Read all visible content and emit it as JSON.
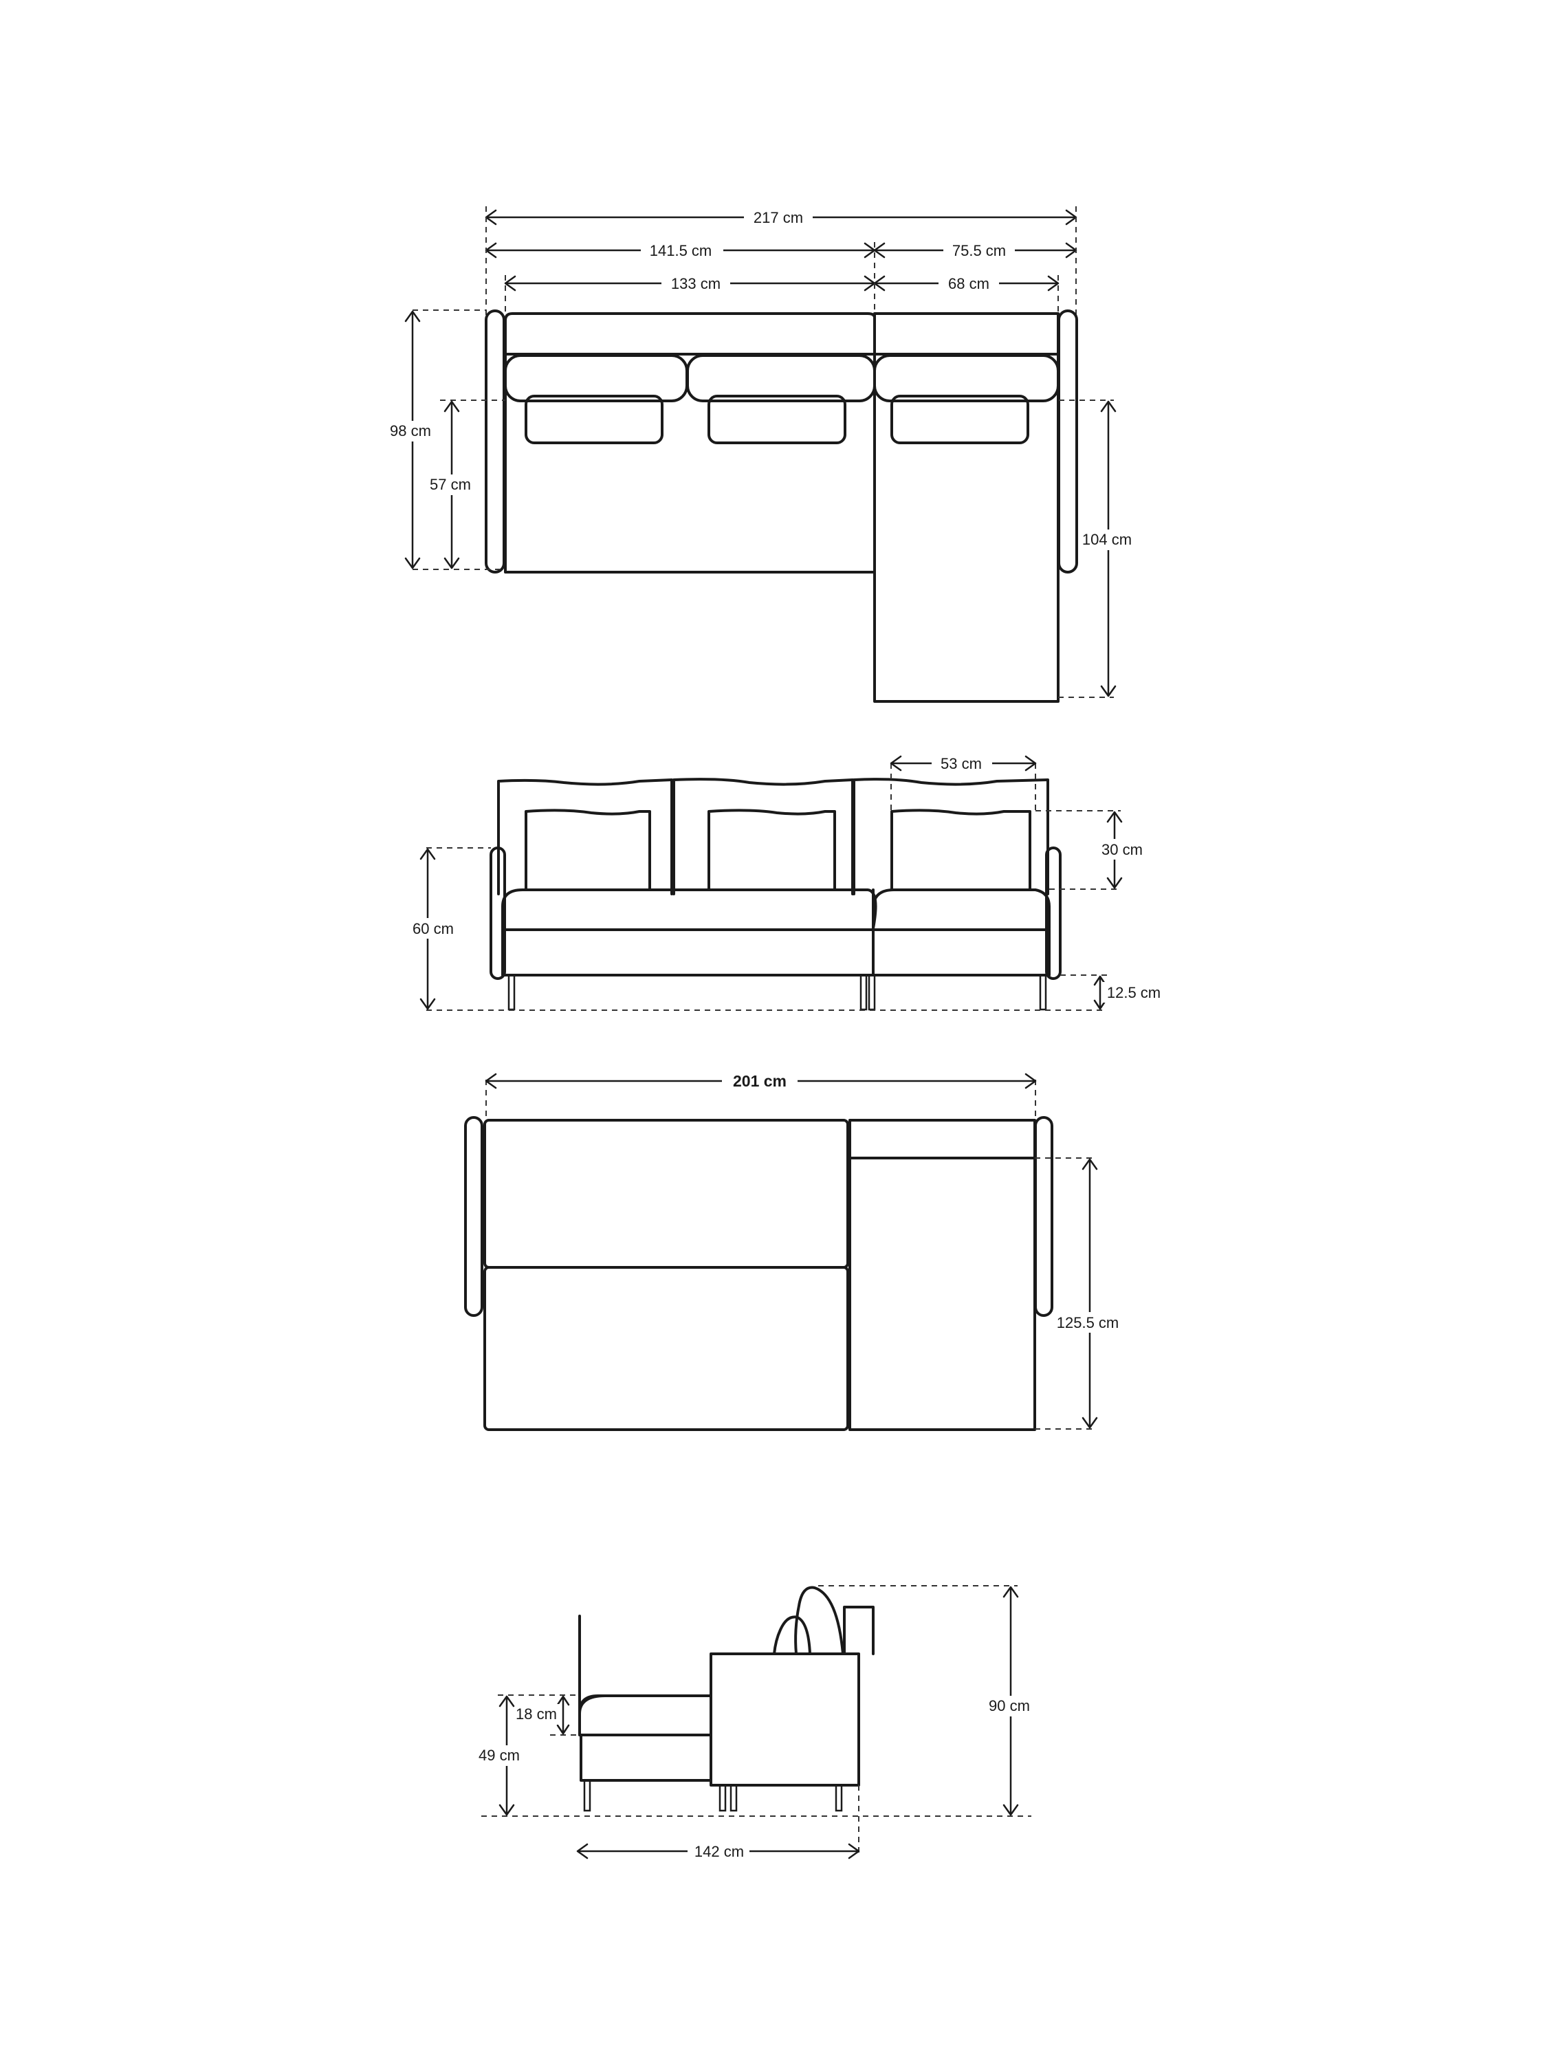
{
  "diagram": {
    "subject": "Chaise sectional sofa dimensions",
    "unit": "cm",
    "views": {
      "top_view": {
        "total_width": "217 cm",
        "main_section_outer_width": "141.5 cm",
        "chaise_outer_width": "75.5 cm",
        "main_section_inner_width": "133 cm",
        "chaise_inner_width": "68 cm",
        "overall_depth": "98 cm",
        "seat_depth": "57 cm",
        "chaise_depth": "104 cm"
      },
      "front_view": {
        "cushion_width": "53 cm",
        "cushion_height": "30 cm",
        "arm_height": "60 cm",
        "leg_height": "12.5 cm"
      },
      "bed_view": {
        "bed_width": "201 cm",
        "chaise_bed_length": "125.5 cm"
      },
      "side_view": {
        "seat_cushion_thickness": "18 cm",
        "seat_height": "49 cm",
        "total_height": "90 cm",
        "total_depth": "142 cm"
      }
    },
    "colors": {
      "line": "#1a1a1a",
      "background": "#ffffff"
    }
  }
}
